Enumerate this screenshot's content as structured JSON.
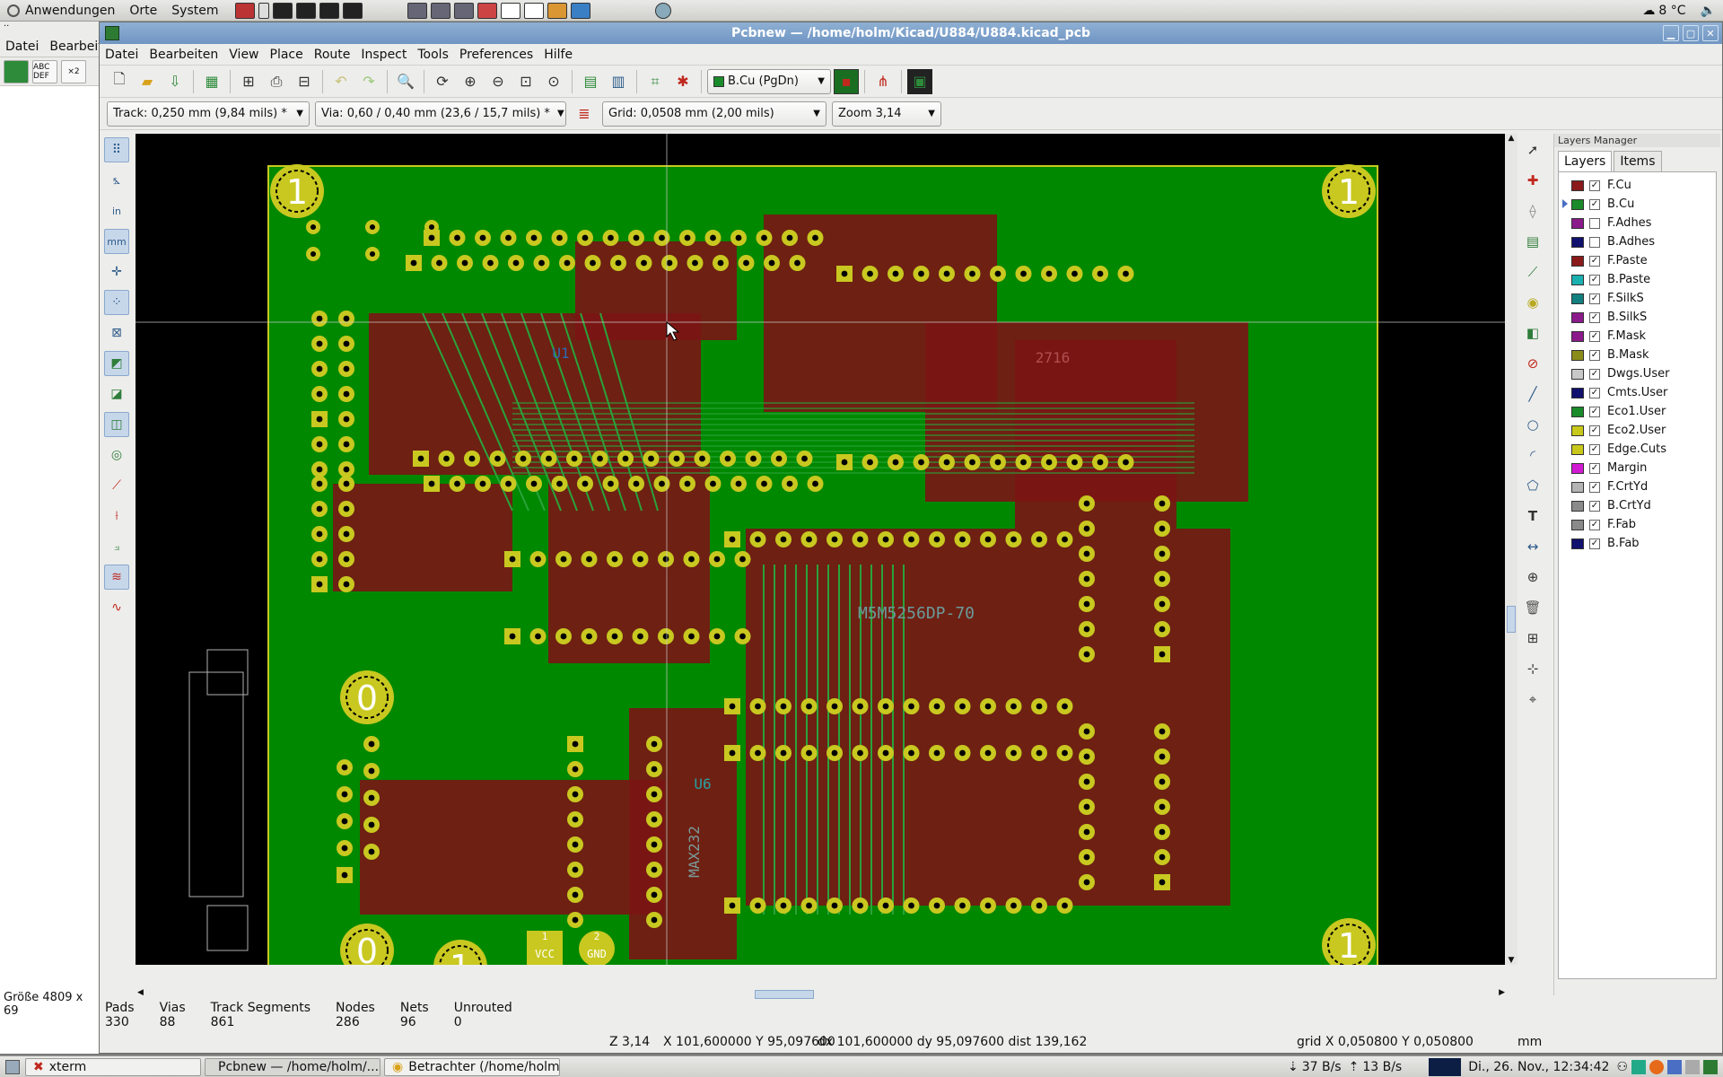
{
  "panel": {
    "apps_label": "Anwendungen",
    "places_label": "Orte",
    "system_label": "System",
    "weather": "8 °C"
  },
  "left_app": {
    "menu": [
      "Datei",
      "Bearbeit"
    ],
    "tool_labels": [
      "ABC DEF",
      "×2"
    ],
    "status": "Größe 4809 x 69"
  },
  "window": {
    "title": "Pcbnew — /home/holm/Kicad/U884/U884.kicad_pcb",
    "menu": [
      "Datei",
      "Bearbeiten",
      "View",
      "Place",
      "Route",
      "Inspect",
      "Tools",
      "Preferences",
      "Hilfe"
    ],
    "layer_select": "B.Cu (PgDn)",
    "track_width": "Track: 0,250 mm (9,84 mils) *",
    "via_size": "Via: 0,60 / 0,40 mm (23,6 / 15,7 mils) *",
    "grid": "Grid: 0,0508 mm (2,00 mils)",
    "zoom": "Zoom 3,14"
  },
  "board": {
    "silk_labels": {
      "m5m": "M5M5256DP-70",
      "max232": "MAX232",
      "u6": "U6",
      "u1": "U1",
      "ic2716": "2716",
      "vcc": "VCC",
      "gnd": "GND",
      "pin1": "1",
      "pin2": "2",
      "hole1": "1",
      "hole0": "0"
    },
    "colors": {
      "background": "#000000",
      "board_fill": "#008800",
      "copper_bcu": "#7a1515",
      "pad": "#c8c820",
      "edge": "#c8c820",
      "track": "#2aa33a"
    }
  },
  "layers_manager": {
    "title": "Layers Manager",
    "tabs": [
      "Layers",
      "Items"
    ],
    "layers": [
      {
        "name": "F.Cu",
        "color": "#8b1a1a",
        "checked": true,
        "current": false
      },
      {
        "name": "B.Cu",
        "color": "#1a8b2a",
        "checked": true,
        "current": true
      },
      {
        "name": "F.Adhes",
        "color": "#8b1a8b",
        "checked": false,
        "current": false
      },
      {
        "name": "B.Adhes",
        "color": "#10106e",
        "checked": false,
        "current": false
      },
      {
        "name": "F.Paste",
        "color": "#8b1a1a",
        "checked": true,
        "current": false
      },
      {
        "name": "B.Paste",
        "color": "#1ab0b0",
        "checked": true,
        "current": false
      },
      {
        "name": "F.SilkS",
        "color": "#138080",
        "checked": true,
        "current": false
      },
      {
        "name": "B.SilkS",
        "color": "#8b1a8b",
        "checked": true,
        "current": false
      },
      {
        "name": "F.Mask",
        "color": "#8b1a8b",
        "checked": true,
        "current": false
      },
      {
        "name": "B.Mask",
        "color": "#8b8b1a",
        "checked": true,
        "current": false
      },
      {
        "name": "Dwgs.User",
        "color": "#c8c8c8",
        "checked": true,
        "current": false
      },
      {
        "name": "Cmts.User",
        "color": "#10106e",
        "checked": true,
        "current": false
      },
      {
        "name": "Eco1.User",
        "color": "#1a8b2a",
        "checked": true,
        "current": false
      },
      {
        "name": "Eco2.User",
        "color": "#c8c81a",
        "checked": true,
        "current": false
      },
      {
        "name": "Edge.Cuts",
        "color": "#c8c81a",
        "checked": true,
        "current": false
      },
      {
        "name": "Margin",
        "color": "#d21ad2",
        "checked": true,
        "current": false
      },
      {
        "name": "F.CrtYd",
        "color": "#b4b4b4",
        "checked": true,
        "current": false
      },
      {
        "name": "B.CrtYd",
        "color": "#8a8a8a",
        "checked": true,
        "current": false
      },
      {
        "name": "F.Fab",
        "color": "#8a8a8a",
        "checked": true,
        "current": false
      },
      {
        "name": "B.Fab",
        "color": "#10106e",
        "checked": true,
        "current": false
      }
    ]
  },
  "stats": [
    {
      "label": "Pads",
      "value": "330"
    },
    {
      "label": "Vias",
      "value": "88"
    },
    {
      "label": "Track Segments",
      "value": "861"
    },
    {
      "label": "Nodes",
      "value": "286"
    },
    {
      "label": "Nets",
      "value": "96"
    },
    {
      "label": "Unrouted",
      "value": "0"
    }
  ],
  "coords": {
    "zoom": "Z 3,14",
    "xy": "X 101,600000  Y 95,097600",
    "delta": "dx 101,600000  dy 95,097600  dist 139,162",
    "grid": "grid X 0,050800  Y 0,050800",
    "units": "mm"
  },
  "taskbar": {
    "tasks": [
      "xterm",
      "Pcbnew — /home/holm/...",
      "Betrachter (/home/holm..."
    ],
    "net_down": "37 B/s",
    "net_up": "13 B/s",
    "clock": "Di., 26. Nov., 12:34:42"
  }
}
